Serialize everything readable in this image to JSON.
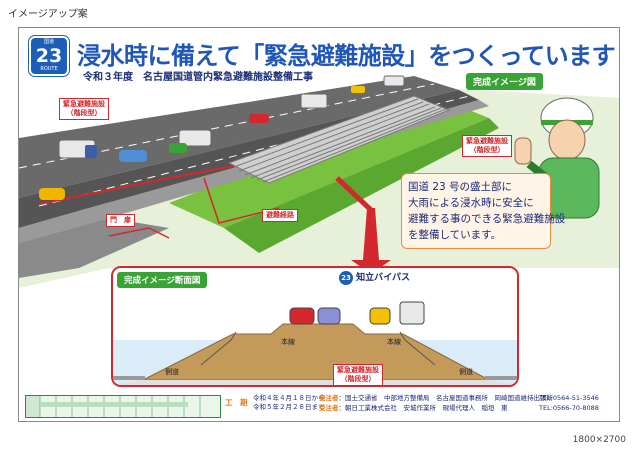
{
  "page_label": "イメージアップ案",
  "size_label": "1800×2700",
  "shield": {
    "top": "国道",
    "number": "23",
    "bottom": "ROUTE"
  },
  "title": "浸水時に備えて「緊急避難施設」をつくっています！",
  "subtitle": "令和３年度　名古屋国道管内緊急避難施設整備工事",
  "badges": {
    "completion_image": "完成イメージ図",
    "section_image": "完成イメージ断面図"
  },
  "tags": {
    "shelter_left": [
      "緊急避難施設",
      "（階段型）"
    ],
    "shelter_right": [
      "緊急避難施設",
      "（階段型）"
    ],
    "gate": "門　扉",
    "route": "避難経路",
    "section_shelter": [
      "緊急避難施設",
      "（階段型）"
    ]
  },
  "info_lines": [
    "国道 23 号の盛土部に",
    "大雨による浸水時に安全に",
    "避難する事のできる緊急避難施設",
    "を整備しています。"
  ],
  "section": {
    "bypass_number": "23",
    "bypass_name": "知立バイパス",
    "lane_left": "本線",
    "lane_right": "本線",
    "side_road_left": "側道",
    "side_road_right": "側道"
  },
  "footer": {
    "period_label": "工　期",
    "period_lines": [
      "令和４年４月１８日から",
      "令和５年２月２８日まで"
    ],
    "orderer_label": "発注者",
    "orderer_text": "：国土交通省　中部地方整備局　名古屋国道事務所　岡崎国道維持出張所",
    "contractor_label": "受注者",
    "contractor_text": "：朝日工業株式会社　安城作業所　現場代理人　稲垣　東",
    "tel1": "TEL:0564-51-3546",
    "tel2": "TEL:0566-70-8088"
  },
  "colors": {
    "title_blue": "#1f56b8",
    "alert_red": "#d3282e",
    "badge_green": "#3aa335",
    "info_orange": "#ef8a3a"
  }
}
